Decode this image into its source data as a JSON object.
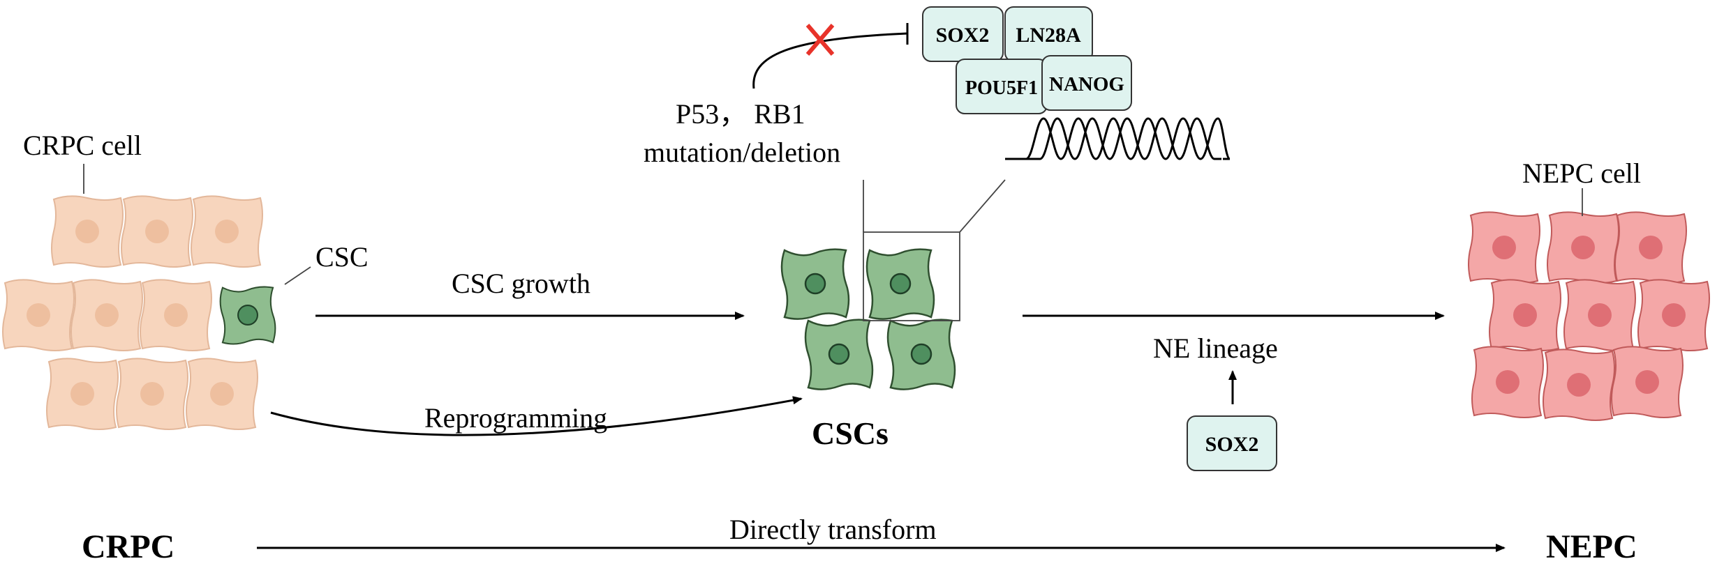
{
  "labels": {
    "crpc_cell": "CRPC cell",
    "csc": "CSC",
    "csc_growth": "CSC growth",
    "reprogramming": "Reprogramming",
    "cscs": "CSCs",
    "p53_rb1": "P53， RB1",
    "mutation_deletion": "mutation/deletion",
    "ne_lineage": "NE lineage",
    "nepc_cell": "NEPC cell",
    "crpc": "CRPC",
    "nepc": "NEPC",
    "directly_transform": "Directly transform"
  },
  "transcription_factors": {
    "sox2": "SOX2",
    "ln28a": "LN28A",
    "pou5f1": "POU5F1",
    "nanog": "NANOG"
  },
  "sox2_box": "SOX2",
  "colors": {
    "crpc_cell": "#f7d5bd",
    "csc_cell": "#8fbd8f",
    "nepc_cell": "#f4a7a7",
    "tf_box": "#dff3ef",
    "inhibition_mark": "#e8332a"
  }
}
